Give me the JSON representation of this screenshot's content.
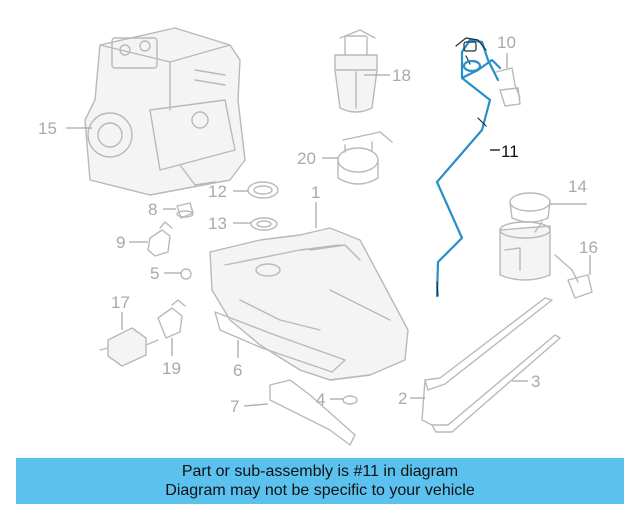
{
  "callouts": {
    "c1": "1",
    "c2": "2",
    "c3": "3",
    "c4": "4",
    "c5": "5",
    "c6": "6",
    "c7": "7",
    "c8": "8",
    "c9": "9",
    "c10": "10",
    "c11": "11",
    "c12": "12",
    "c13": "13",
    "c14": "14",
    "c15": "15",
    "c16": "16",
    "c17": "17",
    "c18": "18",
    "c19": "19",
    "c20": "20"
  },
  "highlighted_part": "11",
  "colors": {
    "highlight": "#2a8fc9",
    "banner": "#5bc2ef",
    "parts": "#b9b9b9"
  },
  "banner": {
    "line1": "Part or sub-assembly is #11 in diagram",
    "line2": "Diagram may not be specific to your vehicle"
  }
}
